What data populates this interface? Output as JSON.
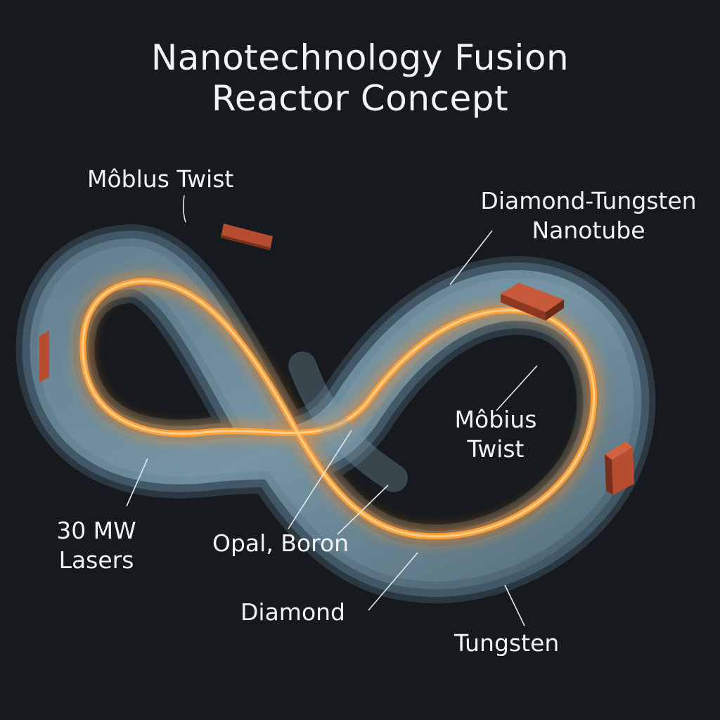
{
  "title": {
    "line1": "Nanotechnology Fusion",
    "line2": "Reactor Concept"
  },
  "labels": {
    "mobius_twist_top": "Môblus Twist",
    "nanotube_line1": "Diamond-Tungsten",
    "nanotube_line2": "Nanotube",
    "mobius_twist_right_line1": "Môbius",
    "mobius_twist_right_line2": "Twist",
    "lasers_line1": "30 MW",
    "lasers_line2": "Lasers",
    "opal_boron": "Opal, Boron",
    "diamond": "Diamond",
    "tungsten": "Tungsten"
  },
  "colors": {
    "background": "#16191d",
    "ring_outer": "#33424d",
    "ring_mid": "#4f6776",
    "ring_band": "#6e8c9c",
    "glow": "#ffa13a",
    "glow_core": "#ffd08a",
    "laser_block": "#b64d30",
    "text": "#f1f3f5"
  }
}
